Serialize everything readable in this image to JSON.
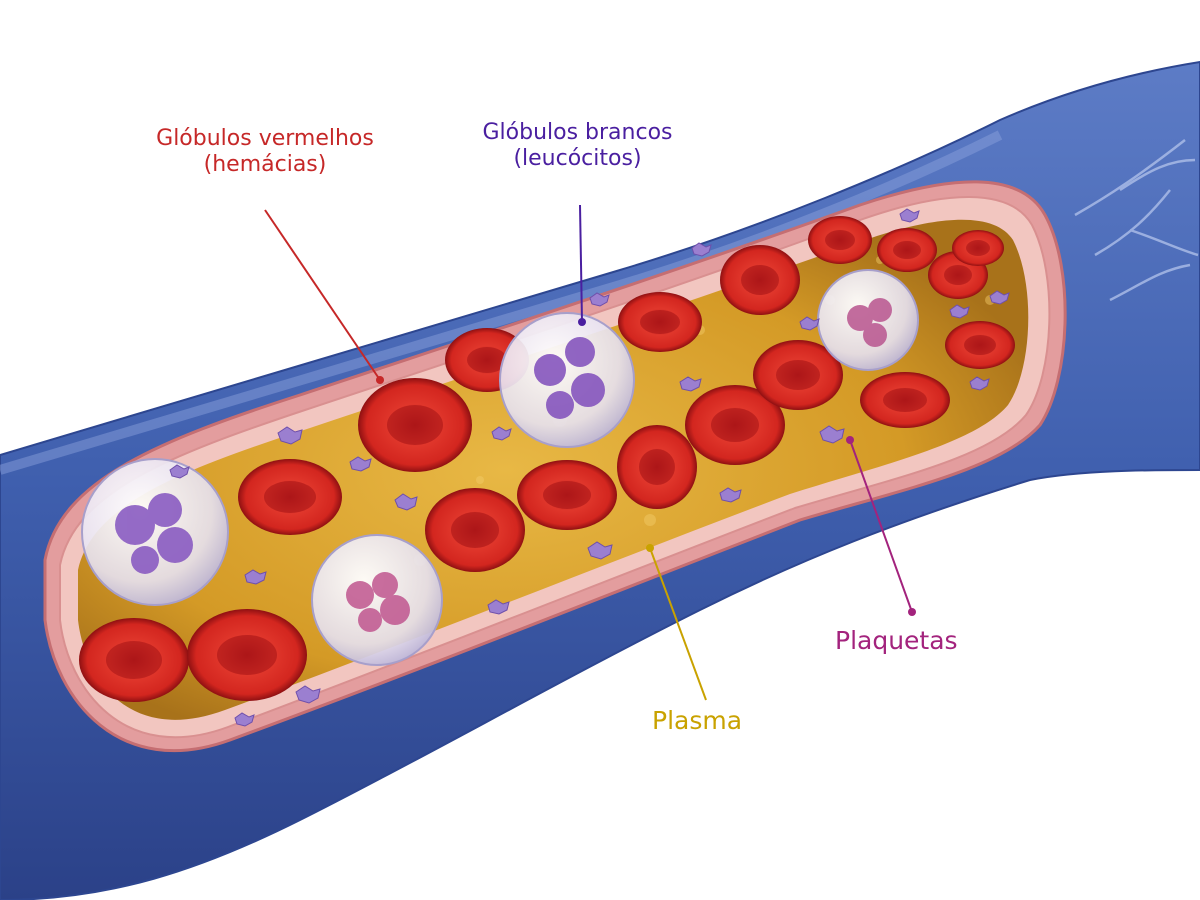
{
  "labels": {
    "rbc": {
      "line1": "Glóbulos vermelhos",
      "line2": "(hemácias)"
    },
    "wbc": {
      "line1": "Glóbulos brancos",
      "line2": "(leucócitos)"
    },
    "platelets": "Plaquetas",
    "plasma": "Plasma"
  },
  "colors": {
    "rbc_label": "#c62828",
    "wbc_label": "#4a1fa0",
    "platelets_label": "#a3237d",
    "plasma_label": "#c9a200",
    "vessel_outer": "#3f5fae",
    "vessel_outer_dark": "#2d4690",
    "vessel_wall": "#e8a7a6",
    "plasma_fill": "#d9a52e",
    "rbc_fill": "#d42a22",
    "wbc_nucleus": "#8a5cc2",
    "platelet_fill": "#9b7fd0"
  }
}
